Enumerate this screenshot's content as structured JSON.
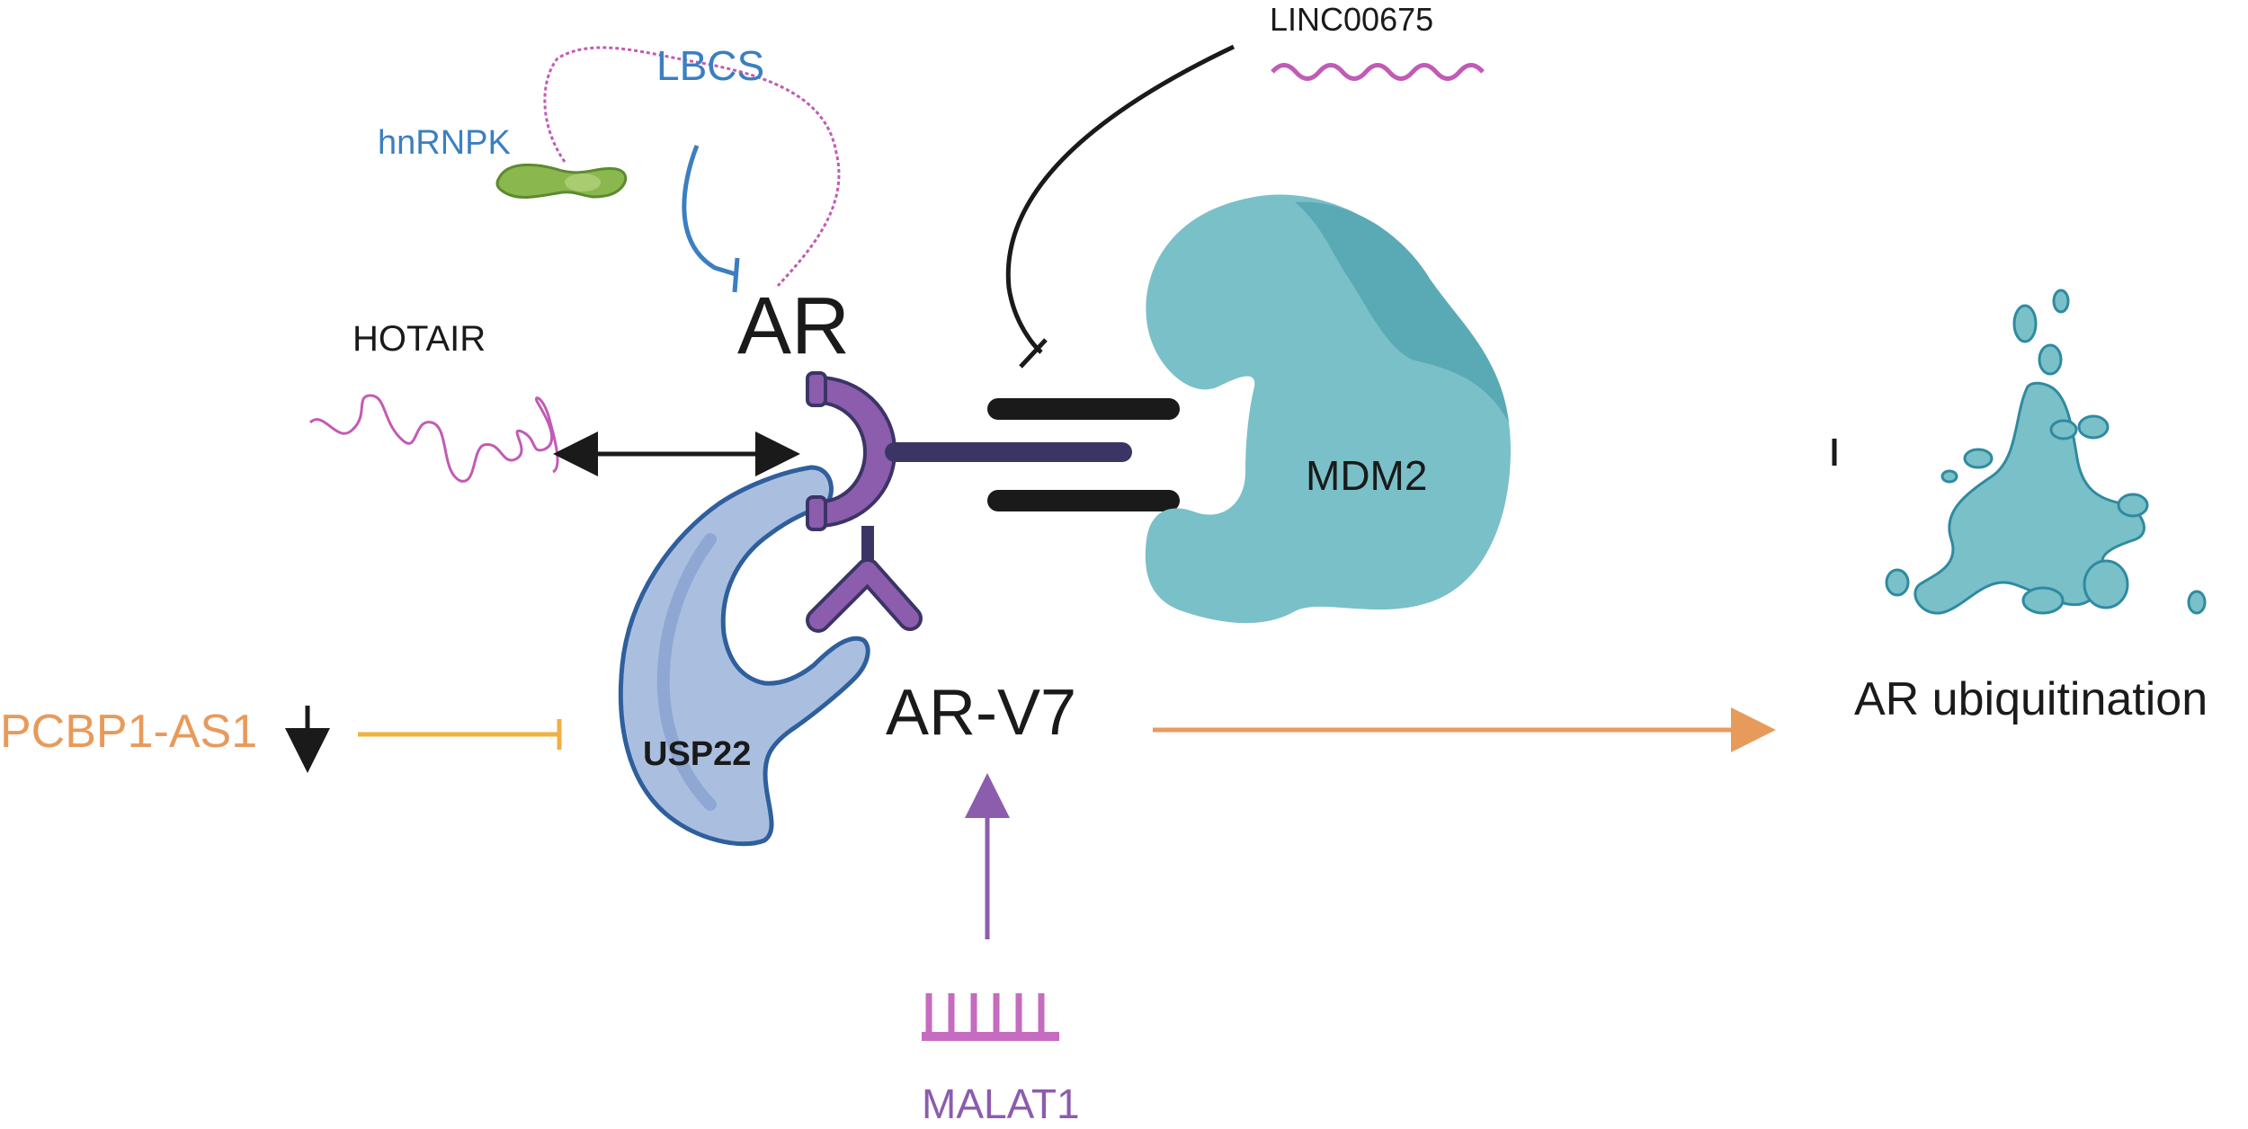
{
  "labels": {
    "lbcs": "LBCS",
    "hnrnpk": "hnRNPK",
    "linc00675": "LINC00675",
    "hotair": "HOTAIR",
    "ar": "AR",
    "mdm2": "MDM2",
    "ar_ubiquitination": "AR ubiquitination",
    "pcbp1_as1": "PCBP1-AS1",
    "usp22": "USP22",
    "ar_v7": "AR-V7",
    "malat1": "MALAT1"
  },
  "colors": {
    "blue_text": "#3b7fc0",
    "pink_rna": "#c25bb5",
    "orange": "#e89a5a",
    "yellow_orange": "#f0b040",
    "purple": "#8c5cad",
    "dark_navy": "#3b3566",
    "teal": "#7ac0c8",
    "teal_dark": "#5aaab5",
    "usp22_fill": "#aabfe0",
    "usp22_stroke": "#2f5f9c",
    "green": "#8ab84e",
    "black": "#1a1a1a"
  },
  "icons": [
    "lncrna-wave-icon",
    "protein-blob-icon",
    "ubiquitin-splash-icon",
    "receptor-icon",
    "malat1-comb-icon"
  ]
}
